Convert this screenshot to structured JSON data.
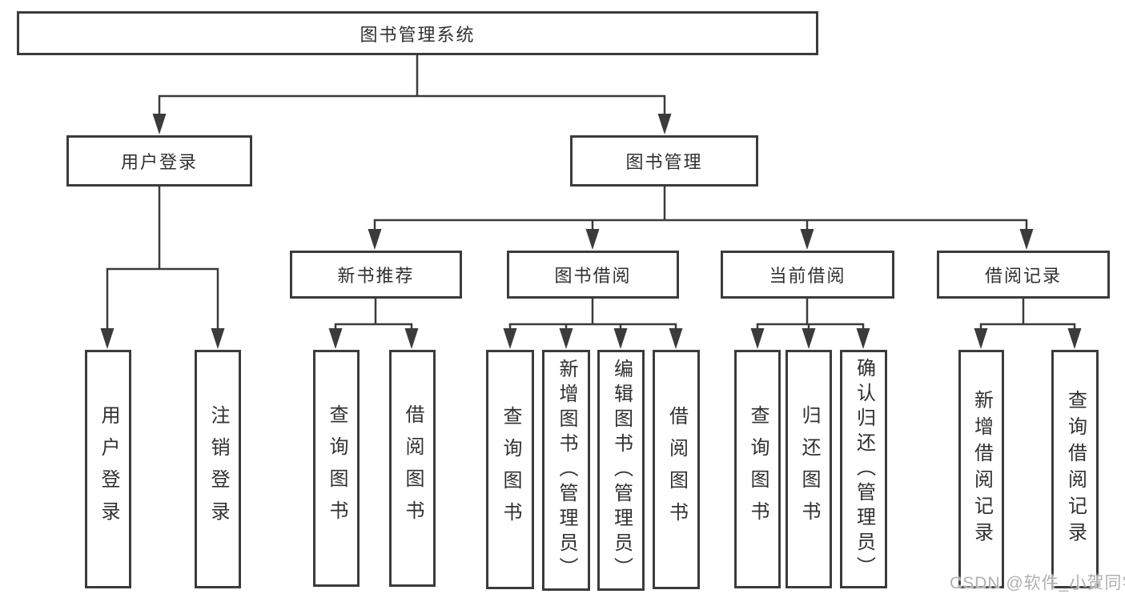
{
  "diagram": {
    "root": "图书管理系统",
    "branches": [
      {
        "label": "用户登录",
        "children": [
          "用户登录",
          "注销登录"
        ]
      },
      {
        "label": "图书管理",
        "sections": [
          {
            "label": "新书推荐",
            "children": [
              "查询图书",
              "借阅图书"
            ]
          },
          {
            "label": "图书借阅",
            "children": [
              "查询图书",
              "新增图书（管理员）",
              "编辑图书（管理员）",
              "借阅图书"
            ]
          },
          {
            "label": "当前借阅",
            "children": [
              "查询图书",
              "归还图书",
              "确认归还（管理员）"
            ]
          },
          {
            "label": "借阅记录",
            "children": [
              "新增借阅记录",
              "查询借阅记录"
            ]
          }
        ]
      }
    ]
  },
  "watermark": "CSDN @软件_小贺同学",
  "colors": {
    "line": "#3b3b3b",
    "text": "#303030",
    "watermark_text": "#b0b0b0",
    "background": "#ffffff"
  }
}
